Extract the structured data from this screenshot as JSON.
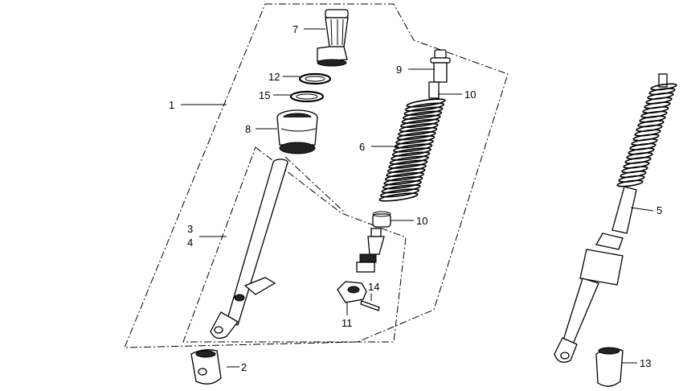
{
  "colors": {
    "ink": "#000000",
    "paper": "#ffffff"
  },
  "callouts": [
    {
      "id": "c1",
      "text": "1"
    },
    {
      "id": "c2",
      "text": "2"
    },
    {
      "id": "c3",
      "text": "3"
    },
    {
      "id": "c4",
      "text": "4"
    },
    {
      "id": "c5",
      "text": "5"
    },
    {
      "id": "c6",
      "text": "6"
    },
    {
      "id": "c7",
      "text": "7"
    },
    {
      "id": "c8",
      "text": "8"
    },
    {
      "id": "c9",
      "text": "9"
    },
    {
      "id": "c10a",
      "text": "10"
    },
    {
      "id": "c10b",
      "text": "10"
    },
    {
      "id": "c11",
      "text": "11"
    },
    {
      "id": "c12",
      "text": "12"
    },
    {
      "id": "c13",
      "text": "13"
    },
    {
      "id": "c14",
      "text": "14"
    },
    {
      "id": "c15",
      "text": "15"
    }
  ]
}
